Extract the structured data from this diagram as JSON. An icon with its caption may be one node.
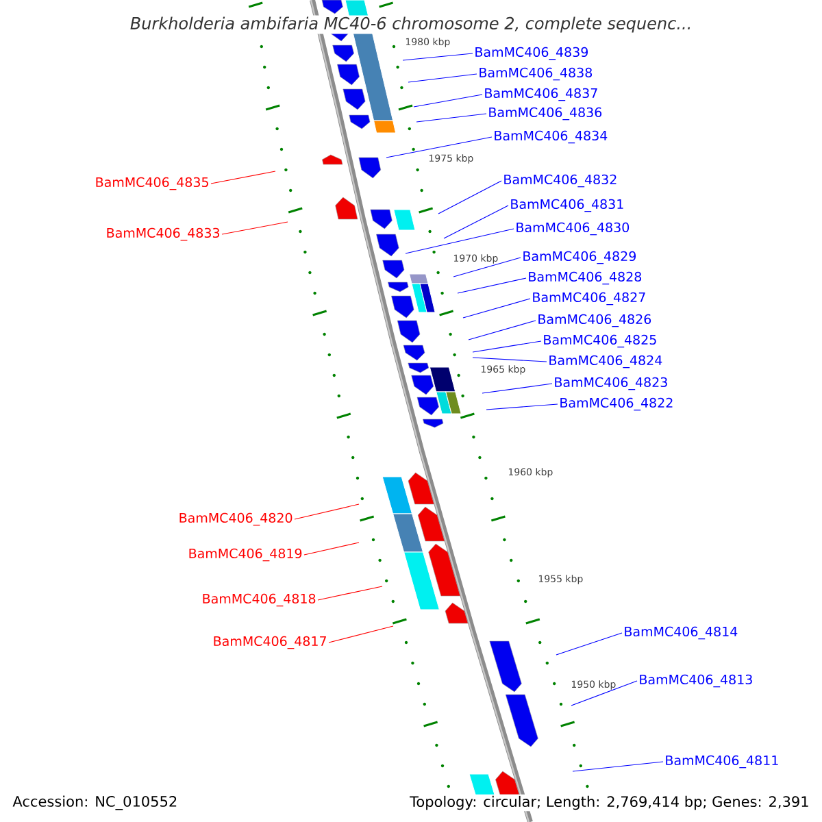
{
  "diagram": {
    "title": "Burkholderia ambifaria MC40-6 chromosome 2, complete sequenc...",
    "nodes": [
      {
        "text": [
          "BamMC406_4839"
        ]
      },
      {
        "text": [
          "BamMC406_4838"
        ]
      },
      {
        "text": [
          "BamMC406_4837"
        ]
      },
      {
        "text": [
          "BamMC406_4836"
        ]
      },
      {
        "text": [
          "BamMC406_4834"
        ]
      },
      {
        "text": [
          "BamMC406_4835"
        ]
      },
      {
        "text": [
          "BamMC406_4832"
        ]
      },
      {
        "text": [
          "BamMC406_4833"
        ]
      },
      {
        "text": [
          "BamMC406_4831"
        ]
      },
      {
        "text": [
          "BamMC406_4830"
        ]
      },
      {
        "text": [
          "BamMC406_4829"
        ]
      },
      {
        "text": [
          "BamMC406_4828"
        ]
      },
      {
        "text": [
          "BamMC406_4827"
        ]
      },
      {
        "text": [
          "BamMC406_4826"
        ]
      },
      {
        "text": [
          "BamMC406_4825"
        ]
      },
      {
        "text": [
          "BamMC406_4824"
        ]
      },
      {
        "text": [
          "BamMC406_4823"
        ]
      },
      {
        "text": [
          "BamMC406_4822"
        ]
      },
      {
        "text": [
          "BamMC406_4820"
        ]
      },
      {
        "text": [
          "BamMC406_4819"
        ]
      },
      {
        "text": [
          "BamMC406_4818"
        ]
      },
      {
        "text": [
          "BamMC406_4817"
        ]
      },
      {
        "text": [
          "BamMC406_4814"
        ]
      },
      {
        "text": [
          "BamMC406_4813"
        ]
      },
      {
        "text": [
          "BamMC406_4811"
        ]
      }
    ],
    "edges": [
      {
        "from": 0,
        "to": null,
        "arrow": "none"
      },
      {
        "from": 1,
        "to": null,
        "arrow": "none"
      },
      {
        "from": 2,
        "to": null,
        "arrow": "none"
      },
      {
        "from": 3,
        "to": null,
        "arrow": "none"
      },
      {
        "from": 4,
        "to": null,
        "arrow": "none"
      },
      {
        "from": 5,
        "to": null,
        "arrow": "none",
        "color": "#ff0000"
      },
      {
        "from": 6,
        "to": null,
        "arrow": "none"
      },
      {
        "from": 7,
        "to": null,
        "arrow": "none",
        "color": "#ff0000"
      },
      {
        "from": 8,
        "to": null,
        "arrow": "none"
      },
      {
        "from": 9,
        "to": null,
        "arrow": "none"
      },
      {
        "from": 10,
        "to": null,
        "arrow": "none"
      },
      {
        "from": 11,
        "to": null,
        "arrow": "none"
      },
      {
        "from": 12,
        "to": null,
        "arrow": "none"
      },
      {
        "from": 13,
        "to": null,
        "arrow": "none"
      },
      {
        "from": 14,
        "to": null,
        "arrow": "none"
      },
      {
        "from": 15,
        "to": null,
        "arrow": "none"
      },
      {
        "from": 16,
        "to": null,
        "arrow": "none"
      },
      {
        "from": 17,
        "to": null,
        "arrow": "none"
      },
      {
        "from": 18,
        "to": null,
        "arrow": "none",
        "color": "#ff0000"
      },
      {
        "from": 19,
        "to": null,
        "arrow": "none",
        "color": "#ff0000"
      },
      {
        "from": 20,
        "to": null,
        "arrow": "none",
        "color": "#ff0000"
      },
      {
        "from": 21,
        "to": null,
        "arrow": "none",
        "color": "#ff0000"
      },
      {
        "from": 22,
        "to": null,
        "arrow": "none"
      },
      {
        "from": 23,
        "to": null,
        "arrow": "none"
      },
      {
        "from": 24,
        "to": null,
        "arrow": "none"
      }
    ],
    "labels": [
      "1980 kbp",
      "1975 kbp",
      "1970 kbp",
      "1965 kbp",
      "1960 kbp",
      "1955 kbp",
      "1950 kbp",
      "Accession: NC_010552",
      "Topology: circular; Length: 2,769,414 bp; Genes: 2,391"
    ]
  }
}
